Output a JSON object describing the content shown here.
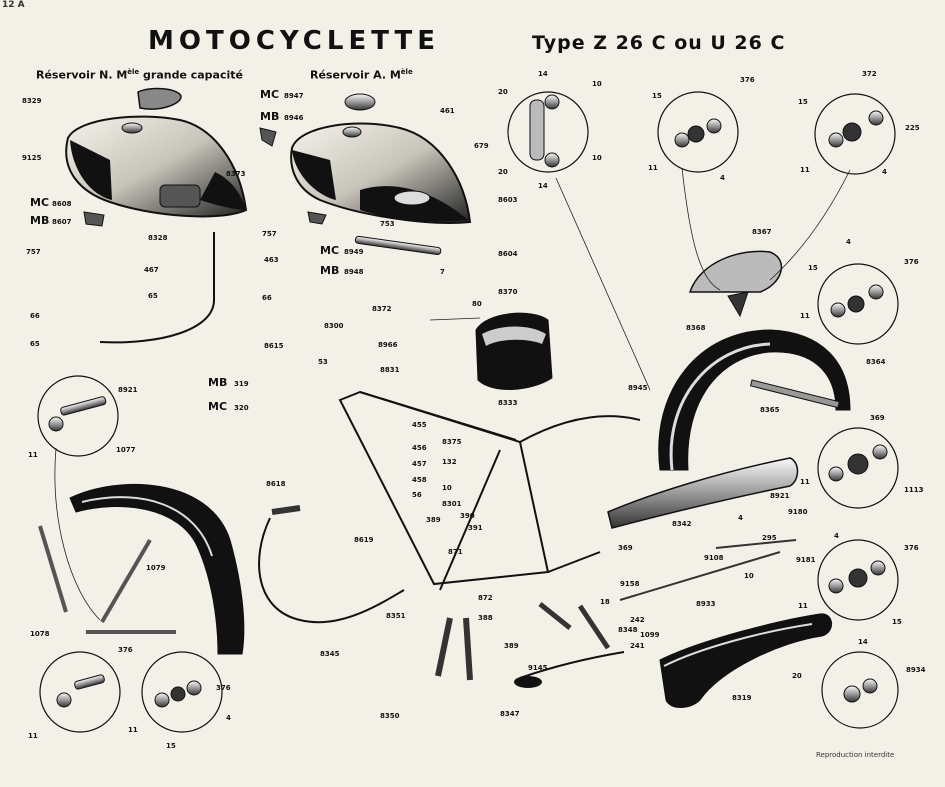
{
  "corner_mark": "12 A",
  "title": "MOTOCYCLETTE",
  "subtitle": "Type Z 26 C ou U 26 C",
  "headers": {
    "left": {
      "text": "Réservoir  N. M",
      "sup": "èle",
      "rest": " grande capacité"
    },
    "right": {
      "text": "Réservoir  A. M",
      "sup": "èle"
    }
  },
  "footer": "Reproduction interdite",
  "variant_labels": {
    "mc_8947": "MC",
    "mc_8947_num": "8947",
    "mb_8946": "MB",
    "mb_8946_num": "8946",
    "mc_8608": "MC",
    "mc_8608_num": "8608",
    "mb_8607": "MB",
    "mb_8607_num": "8607",
    "mc_8949": "MC",
    "mc_8949_num": "8949",
    "mb_8948": "MB",
    "mb_8948_num": "8948",
    "mb_319": "MB",
    "mb_319_num": "319",
    "mc_320": "MC",
    "mc_320_num": "320"
  },
  "part_numbers": [
    "8329",
    "9125",
    "757",
    "467",
    "65",
    "66",
    "8328",
    "463",
    "66",
    "65",
    "8615",
    "8373",
    "757",
    "753",
    "7",
    "461",
    "14",
    "20",
    "10",
    "679",
    "20",
    "14",
    "10",
    "8603",
    "8604",
    "376",
    "15",
    "11",
    "4",
    "372",
    "15",
    "225",
    "11",
    "4",
    "8367",
    "8368",
    "4",
    "15",
    "376",
    "11",
    "8364",
    "8365",
    "8372",
    "80",
    "8966",
    "8370",
    "8831",
    "8333",
    "53",
    "8300",
    "8945",
    "8921",
    "11",
    "1077",
    "1079",
    "1078",
    "376",
    "11",
    "376",
    "11",
    "4",
    "15",
    "455",
    "456",
    "457",
    "458",
    "56",
    "8375",
    "132",
    "10",
    "8301",
    "390",
    "391",
    "389",
    "871",
    "369",
    "8618",
    "8619",
    "8345",
    "8351",
    "872",
    "388",
    "389",
    "9158",
    "18",
    "242",
    "241",
    "8348",
    "9145",
    "1099",
    "8350",
    "8347",
    "369",
    "11",
    "1113",
    "8342",
    "4",
    "8921",
    "9180",
    "295",
    "9181",
    "10",
    "9108",
    "4",
    "376",
    "11",
    "15",
    "8933",
    "8319",
    "14",
    "20",
    "8934"
  ]
}
